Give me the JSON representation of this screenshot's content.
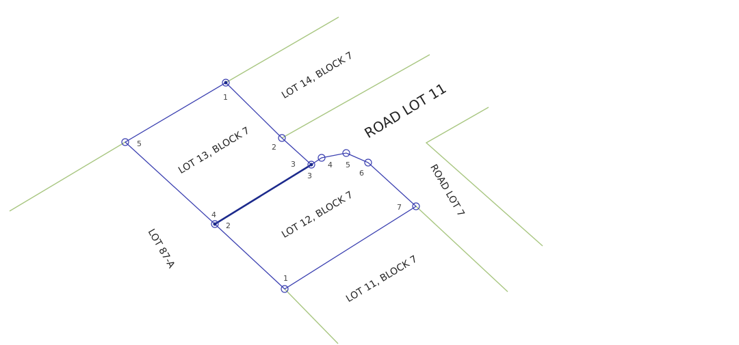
{
  "labels": {
    "lot14": "LOT 14, BLOCK 7",
    "lot13": "LOT 13, BLOCK 7",
    "lot12": "LOT 12, BLOCK 7",
    "lot11": "LOT 11, BLOCK 7",
    "lot87a": "LOT 87-A",
    "road11": "ROAD LOT 11",
    "road7": "ROAD LOT 7"
  },
  "vertex_numbers": {
    "lot13": [
      "1",
      "2",
      "3",
      "4",
      "5"
    ],
    "lot12": [
      "1",
      "2",
      "3",
      "4",
      "5",
      "6",
      "7"
    ]
  },
  "colors": {
    "parcel_boundary": "#3a3fb0",
    "shared_boundary": "#1c2a8c",
    "adjacent_lines": "#a8c680"
  }
}
